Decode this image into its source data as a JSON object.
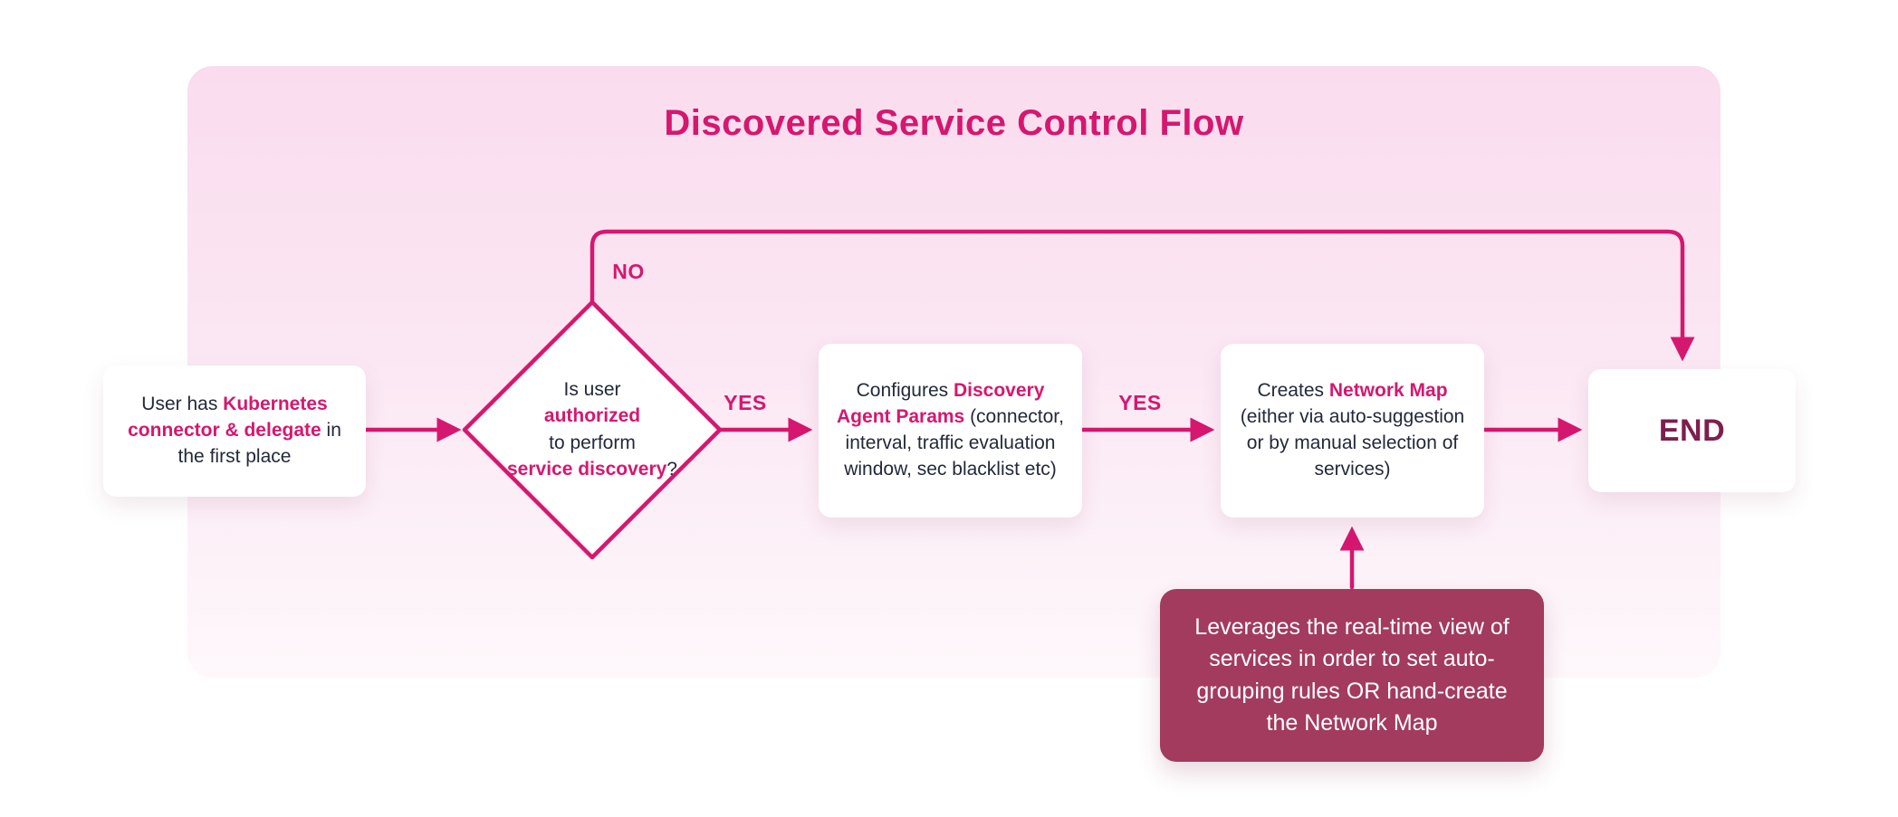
{
  "title": "Discovered Service Control Flow",
  "colors": {
    "accent": "#d6176f",
    "panel_top": "#fadcee",
    "panel_bottom": "#fef8fb",
    "note_background": "#a23b5e",
    "end_text": "#7d1f4e",
    "node_background": "#ffffff",
    "node_text": "#23293a"
  },
  "nodes": {
    "start": {
      "before": "User has ",
      "highlight": "Kubernetes connector & delegate",
      "after": " in the first place"
    },
    "decision": {
      "line1": "Is user",
      "highlight1": "authorized",
      "line2": "to perform",
      "highlight2": "service discovery",
      "suffix": "?"
    },
    "configure": {
      "before": "Configures ",
      "highlight": "Discovery Agent Params",
      "after": " (connector, interval, traffic evaluation window, sec blacklist etc)"
    },
    "create_map": {
      "before": "Creates ",
      "highlight": "Network Map",
      "after": " (either via auto-suggestion or by manual selection of services)"
    },
    "end": {
      "label": "END"
    },
    "note": {
      "text": "Leverages the real-time view of services in order to set auto-grouping rules OR hand-create the Network Map"
    }
  },
  "edges": {
    "no_label": "NO",
    "yes1_label": "YES",
    "yes2_label": "YES"
  }
}
